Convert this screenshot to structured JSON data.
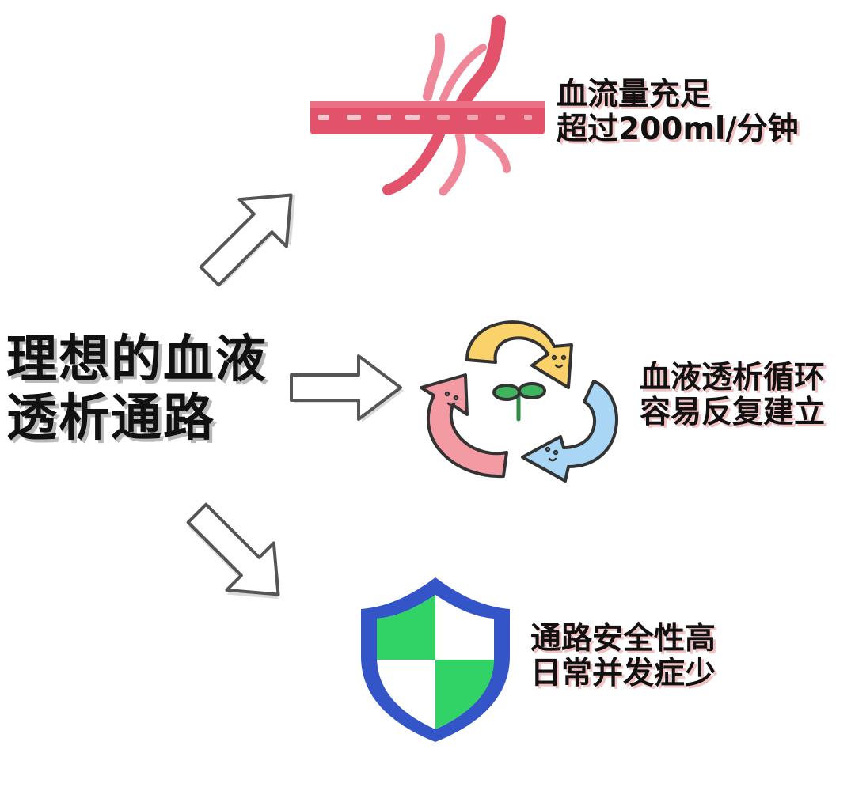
{
  "title": {
    "line1": "理想的血液",
    "line2": "透析通路"
  },
  "benefits": [
    {
      "icon": "blood-vessel-icon",
      "line1": "血流量充足",
      "line2": "超过200ml/分钟"
    },
    {
      "icon": "recycle-arrows-icon",
      "line1": "血液透析循环",
      "line2": "容易反复建立"
    },
    {
      "icon": "shield-icon",
      "line1": "通路安全性高",
      "line2": "日常并发症少"
    }
  ],
  "colors": {
    "vessel": "#e2536b",
    "vessel_light": "#ef8798",
    "recycle_yellow": "#fbd26a",
    "recycle_pink": "#f39aa3",
    "recycle_blue": "#a9d6f5",
    "sprout": "#3fb35d",
    "shield_border": "#3455c8",
    "shield_green": "#31d266"
  }
}
